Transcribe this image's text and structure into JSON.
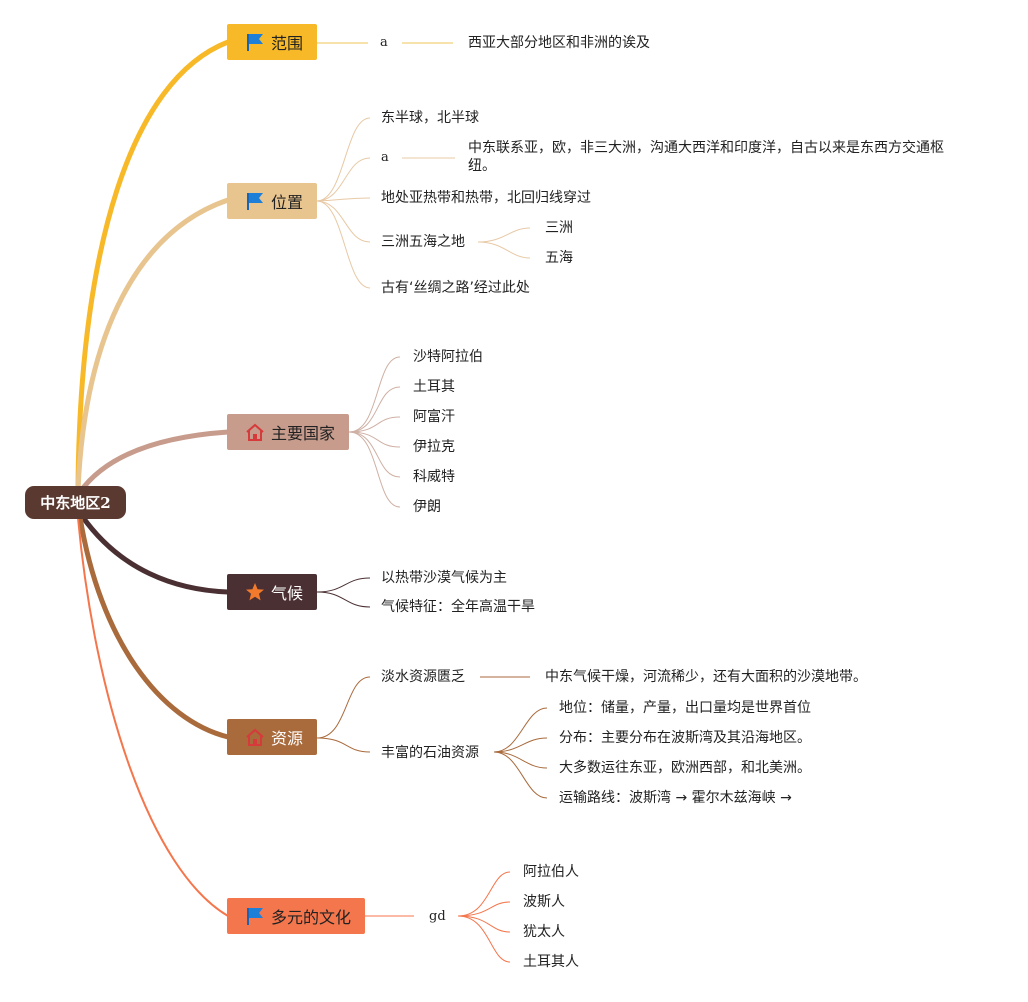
{
  "root": {
    "label": "中东地区2"
  },
  "branches": {
    "range": {
      "label": "范围",
      "icon": "flag-icon",
      "connector": "a",
      "detail": "西亚大部分地区和非洲的诶及"
    },
    "location": {
      "label": "位置",
      "icon": "flag-icon",
      "items": {
        "hemisphere": "东半球，北半球",
        "connector": "a",
        "connector_detail": "中东联系亚，欧，非三大洲，沟通大西洋和印度洋，自古以来是东西方交通枢纽。",
        "zones": "地处亚热带和热带，北回归线穿过",
        "three_five": "三洲五海之地",
        "three_continents": "三洲",
        "five_seas": "五海",
        "silk_road": "古有‘丝绸之路’经过此处"
      }
    },
    "countries": {
      "label": "主要国家",
      "icon": "home-icon",
      "items": [
        "沙特阿拉伯",
        "土耳其",
        "阿富汗",
        "伊拉克",
        "科威特",
        "伊朗"
      ]
    },
    "climate": {
      "label": "气候",
      "icon": "star-icon",
      "items": [
        "以热带沙漠气候为主",
        "气候特征：全年高温干旱"
      ]
    },
    "resources": {
      "label": "资源",
      "icon": "home-icon",
      "water": "淡水资源匮乏",
      "water_detail": "中东气候干燥，河流稀少，还有大面积的沙漠地带。",
      "oil": "丰富的石油资源",
      "oil_items": [
        "地位：储量，产量，出口量均是世界首位",
        "分布：主要分布在波斯湾及其沿海地区。",
        "大多数运往东亚，欧洲西部，和北美洲。",
        "运输路线：波斯湾 → 霍尔木兹海峡 →"
      ]
    },
    "culture": {
      "label": "多元的文化",
      "icon": "flag-icon",
      "connector": "gd",
      "items": [
        "阿拉伯人",
        "波斯人",
        "犹太人",
        "土耳其人"
      ]
    }
  },
  "colors": {
    "root": "#5a3a30",
    "range": "#f7b928",
    "location": "#e8c48f",
    "countries": "#c79c8d",
    "climate": "#4a3033",
    "resources": "#a96a3c",
    "culture": "#f4764c"
  }
}
